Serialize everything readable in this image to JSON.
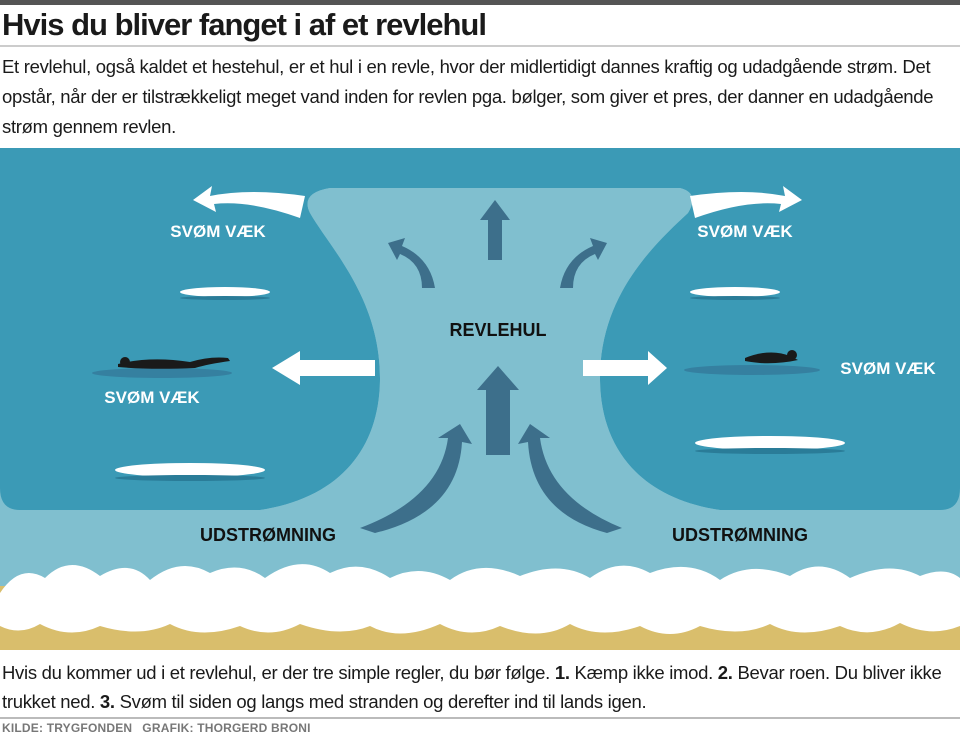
{
  "title": "Hvis du bliver fanget i af et revlehul",
  "intro": "Et revlehul, også kaldet et hestehul, er et hul i en revle, hvor der midlertidigt dannes kraftig og udadgående strøm. Det opstår, når der er tilstrækkeligt meget vand inden for revlen pga. bølger, som giver et pres, der danner en udadgående strøm gennem revlen.",
  "diagram": {
    "label_revlehul": "REVLEHUL",
    "label_swim_top_left": "SVØM VÆK",
    "label_swim_top_right": "SVØM VÆK",
    "label_swim_mid_left": "SVØM VÆK",
    "label_swim_mid_right": "SVØM VÆK",
    "label_outflow_left": "UDSTRØMNING",
    "label_outflow_right": "UDSTRØMNING",
    "colors": {
      "deep_sea": "#3b9ab6",
      "shallow": "#80bfcf",
      "sand": "#d9be6c",
      "current_arrow": "#3d6f8b",
      "text": "#111111"
    }
  },
  "caption": {
    "intro": "Hvis du kommer ud i et revlehul, er der tre simple regler, du bør følge.",
    "n1": "1.",
    "r1": "Kæmp ikke imod.",
    "n2": "2.",
    "r2": "Bevar roen. Du bliver ikke trukket ned.",
    "n3": "3.",
    "r3": "Svøm til siden og langs med stranden og derefter ind til lands igen."
  },
  "credits": {
    "source": "KILDE: TRYGFONDEN",
    "graphic": "GRAFIK: THORGERD BRONI"
  }
}
